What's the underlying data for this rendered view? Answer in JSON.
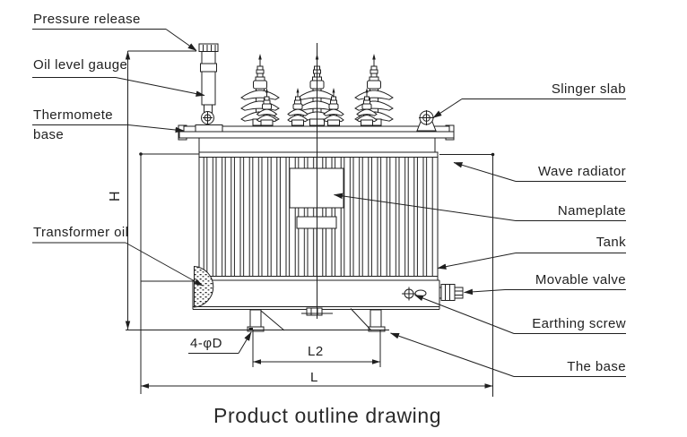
{
  "diagram": {
    "caption": "Product outline drawing",
    "colors": {
      "line": "#1f1f1f",
      "background": "#ffffff"
    },
    "callouts_left": {
      "pressure_release": "Pressure release",
      "oil_level_gauge": "Oil level gauge",
      "thermometer_line1": "Thermomete",
      "thermometer_line2": "base",
      "transformer_oil": "Transformer oil"
    },
    "callouts_right": {
      "slinger_slab": "Slinger slab",
      "wave_radiator": "Wave radiator",
      "nameplate": "Nameplate",
      "tank": "Tank",
      "movable_valve": "Movable valve",
      "earthing_screw": "Earthing screw",
      "the_base": "The base"
    },
    "dimensions": {
      "height": "H",
      "base_holes": "4-φD",
      "foot_span": "L2",
      "overall_length": "L"
    }
  }
}
